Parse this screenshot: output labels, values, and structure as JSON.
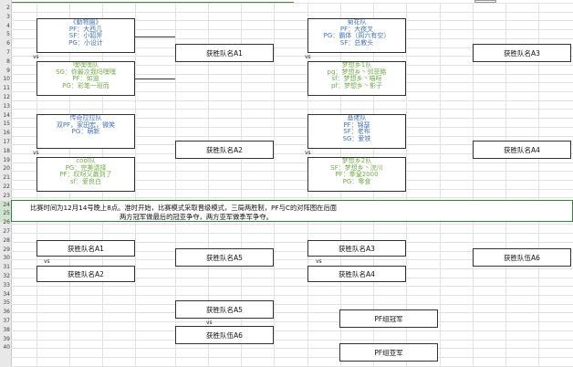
{
  "brackets": {
    "zoo_team": [
      "《動物園》",
      "PF：大西几",
      "SF：小貂斧",
      "PG：小设计"
    ],
    "heihei_team": [
      "嘿嘿嘿队",
      "SG：你最次我吗嘿嘿",
      "PF：如迪",
      "PG：彩笔一班而"
    ],
    "qiyi_team": [
      "传奇拉拉队",
      "双PF，家田宏，微笑",
      "PG：萌新"
    ],
    "cool_team": [
      "cool队",
      "PG：完美请择",
      "PF：叹呀又赢到了",
      "sf：爱良白"
    ],
    "juhua_team": [
      "菊花队",
      "PF：大夜叉",
      "PG：霸体（周六有空）",
      "SF：总教头"
    ],
    "dream1_team": [
      "梦想乡1队",
      "pg：梦想乡丶邻菲略",
      "sf：梦想乡丶喵呀",
      "pf：梦想乡丶影子"
    ],
    "jiyou_team": [
      "基佬队",
      "PF：锦瑟",
      "SF：老布",
      "SG：爱铁"
    ],
    "dream2_team": [
      "梦想乡2队",
      "SF：梦想乡丶浣川",
      "PF：拳皇2000",
      "PG：零食"
    ],
    "winner_a1": "获胜队名A1",
    "winner_a2": "获胜队名A2",
    "winner_a3": "获胜队名A3",
    "winner_a4": "获胜队名A4",
    "winner_a5": "获胜队名A5",
    "winner_a6": "获胜队伍A6",
    "vs": "vs",
    "pf_champion": "PF组冠军",
    "pf_runnerup": "PF组亚军"
  },
  "semis": {
    "left_top": "获胜队名A1",
    "left_bottom": "获胜队名A2",
    "right_top": "获胜队名A3",
    "right_bottom": "获胜队名A4",
    "final_left": "获胜队名A5",
    "final_right": "获胜队伍A6",
    "champ_top": "获胜队名A5",
    "champ_bottom": "获胜队伍A6"
  },
  "notice": {
    "line1": "比赛时间为12月14号晚上8点。准时开始，比赛模式采取晋级模式，三局两胜制，PF与C的对阵图在后面",
    "line2": "两方冠军做最后的冠亚争夺，两方亚军做季军争夺。"
  },
  "row_numbers": [
    "2",
    "3",
    "4",
    "5",
    "6",
    "7",
    "8",
    "9",
    "10",
    "11",
    "12",
    "13",
    "14",
    "15",
    "16",
    "17",
    "18",
    "19",
    "20",
    "21",
    "22",
    "23",
    "24",
    "25",
    "26",
    "27",
    "28",
    "29",
    "30",
    "31",
    "32",
    "33",
    "34",
    "35",
    "36",
    "37",
    "38",
    "39",
    "40"
  ],
  "colors": {
    "blue_text": "#4472c4",
    "green_text": "#70ad47",
    "selection": "#2d8a2d"
  }
}
